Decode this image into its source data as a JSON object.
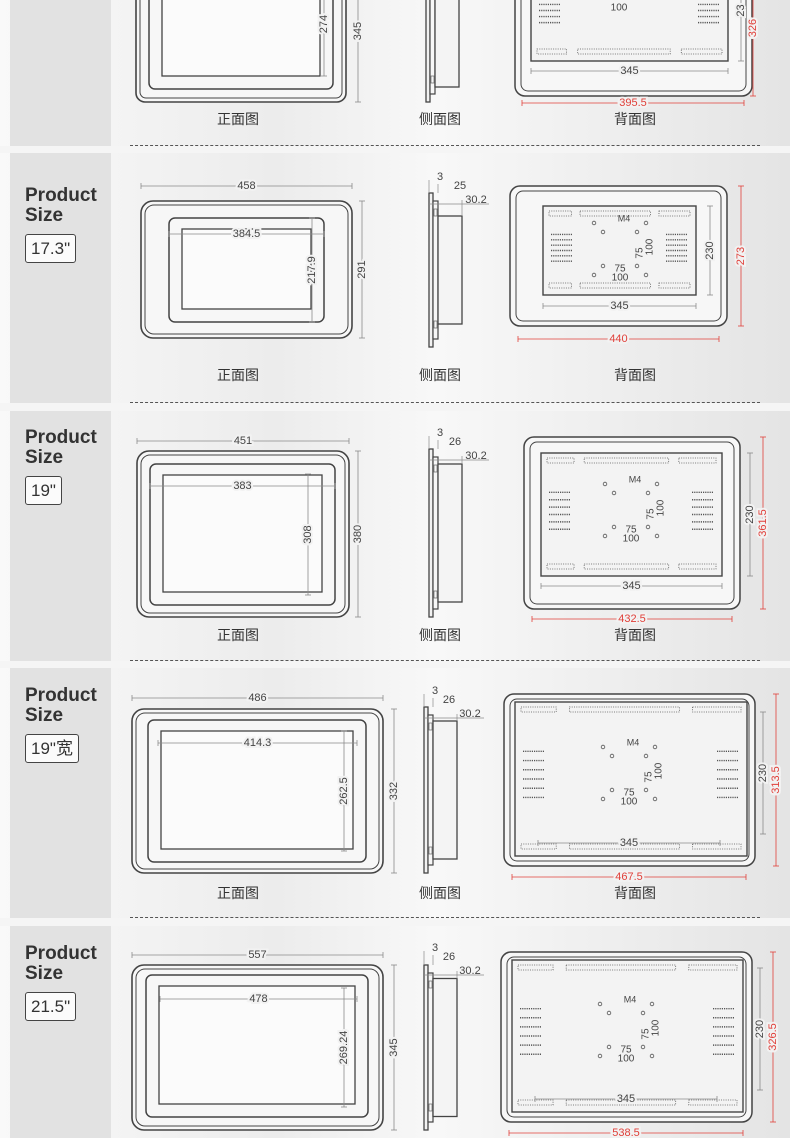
{
  "captions": {
    "front": "正面图",
    "side": "侧面图",
    "back": "背面图"
  },
  "product_label": [
    "Product",
    "Size"
  ],
  "colors": {
    "accent_red": "#e0403a",
    "line": "#444444",
    "dim_line": "#8a8a8a"
  },
  "sections": [
    {
      "size": "",
      "front": {
        "inner_h": "274",
        "outer_h": "345"
      },
      "back": {
        "inner_w": "345",
        "outer_w": "395.5",
        "inner_h": "23",
        "outer_h": "326"
      }
    },
    {
      "size": "17.3\"",
      "front": {
        "outer_w": "458",
        "inner_w": "384.5",
        "inner_h": "217.9",
        "outer_h": "291"
      },
      "side": {
        "t1": "3",
        "t2": "25",
        "t3": "30.2"
      },
      "back": {
        "m4": "M4",
        "v75": "75",
        "v100": "100",
        "h75": "75",
        "h100": "100",
        "inner_w": "345",
        "inner_h": "230",
        "outer_w": "440",
        "outer_h": "273"
      }
    },
    {
      "size": "19\"",
      "front": {
        "outer_w": "451",
        "inner_w": "383",
        "inner_h": "308",
        "outer_h": "380"
      },
      "side": {
        "t1": "3",
        "t2": "26",
        "t3": "30.2"
      },
      "back": {
        "m4": "M4",
        "v75": "75",
        "v100": "100",
        "h75": "75",
        "h100": "100",
        "inner_w": "345",
        "inner_h": "230",
        "outer_w": "432.5",
        "outer_h": "361.5"
      }
    },
    {
      "size": "19\"宽",
      "front": {
        "outer_w": "486",
        "inner_w": "414.3",
        "inner_h": "262.5",
        "outer_h": "332"
      },
      "side": {
        "t1": "3",
        "t2": "26",
        "t3": "30.2"
      },
      "back": {
        "m4": "M4",
        "v75": "75",
        "v100": "100",
        "h75": "75",
        "h100": "100",
        "inner_w": "345",
        "inner_h": "230",
        "outer_w": "467.5",
        "outer_h": "313.5"
      }
    },
    {
      "size": "21.5\"",
      "front": {
        "outer_w": "557",
        "inner_w": "478",
        "inner_h": "269.24",
        "outer_h": "345"
      },
      "side": {
        "t1": "3",
        "t2": "26",
        "t3": "30.2"
      },
      "back": {
        "m4": "M4",
        "v75": "75",
        "v100": "100",
        "h75": "75",
        "h100": "100",
        "inner_w": "345",
        "inner_h": "230",
        "outer_w": "538.5",
        "outer_h": "326.5"
      }
    }
  ]
}
